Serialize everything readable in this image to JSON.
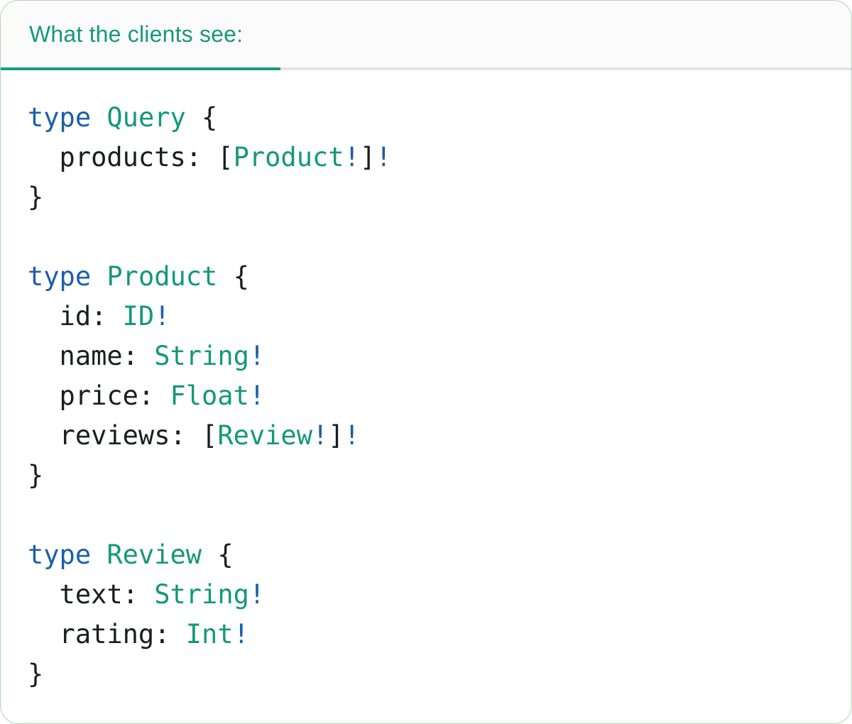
{
  "panel": {
    "tab_label": "What the clients see:",
    "colors": {
      "tab_text": "#16997b",
      "tab_underline": "#1a9b7d",
      "divider_gray": "#e3e4e4",
      "panel_border_green": "#abd5b6",
      "keyword_blue": "#1b5fa8",
      "type_green": "#14987a",
      "bang_blue": "#1b5fa8",
      "code_default": "#1a1d21",
      "background": "#ffffff"
    }
  },
  "code": {
    "language": "graphql",
    "plain_text": "type Query {\n  products: [Product!]!\n}\n\ntype Product {\n  id: ID!\n  name: String!\n  price: Float!\n  reviews: [Review!]!\n}\n\ntype Review {\n  text: String!\n  rating: Int!\n}",
    "lines": [
      [
        {
          "c": "kw",
          "t": "type"
        },
        {
          "c": "plain",
          "t": " "
        },
        {
          "c": "type",
          "t": "Query"
        },
        {
          "c": "plain",
          "t": " {"
        }
      ],
      [
        {
          "c": "plain",
          "t": "  products: ["
        },
        {
          "c": "type",
          "t": "Product"
        },
        {
          "c": "bang",
          "t": "!"
        },
        {
          "c": "plain",
          "t": "]"
        },
        {
          "c": "bang",
          "t": "!"
        }
      ],
      [
        {
          "c": "plain",
          "t": "}"
        }
      ],
      [],
      [
        {
          "c": "kw",
          "t": "type"
        },
        {
          "c": "plain",
          "t": " "
        },
        {
          "c": "type",
          "t": "Product"
        },
        {
          "c": "plain",
          "t": " {"
        }
      ],
      [
        {
          "c": "plain",
          "t": "  id: "
        },
        {
          "c": "type",
          "t": "ID"
        },
        {
          "c": "bang",
          "t": "!"
        }
      ],
      [
        {
          "c": "plain",
          "t": "  name: "
        },
        {
          "c": "type",
          "t": "String"
        },
        {
          "c": "bang",
          "t": "!"
        }
      ],
      [
        {
          "c": "plain",
          "t": "  price: "
        },
        {
          "c": "type",
          "t": "Float"
        },
        {
          "c": "bang",
          "t": "!"
        }
      ],
      [
        {
          "c": "plain",
          "t": "  reviews: ["
        },
        {
          "c": "type",
          "t": "Review"
        },
        {
          "c": "bang",
          "t": "!"
        },
        {
          "c": "plain",
          "t": "]"
        },
        {
          "c": "bang",
          "t": "!"
        }
      ],
      [
        {
          "c": "plain",
          "t": "}"
        }
      ],
      [],
      [
        {
          "c": "kw",
          "t": "type"
        },
        {
          "c": "plain",
          "t": " "
        },
        {
          "c": "type",
          "t": "Review"
        },
        {
          "c": "plain",
          "t": " {"
        }
      ],
      [
        {
          "c": "plain",
          "t": "  text: "
        },
        {
          "c": "type",
          "t": "String"
        },
        {
          "c": "bang",
          "t": "!"
        }
      ],
      [
        {
          "c": "plain",
          "t": "  rating: "
        },
        {
          "c": "type",
          "t": "Int"
        },
        {
          "c": "bang",
          "t": "!"
        }
      ],
      [
        {
          "c": "plain",
          "t": "}"
        }
      ]
    ]
  }
}
